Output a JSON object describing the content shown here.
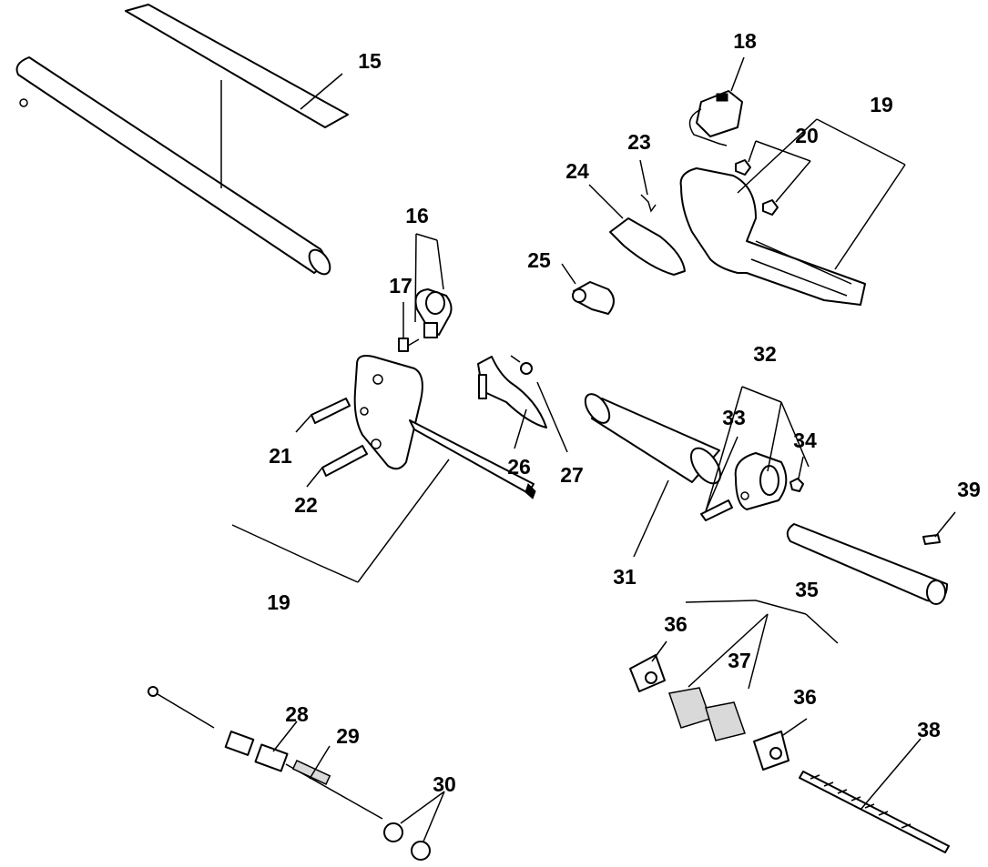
{
  "callouts": [
    "15",
    "16",
    "17",
    "18",
    "19",
    "20",
    "19",
    "21",
    "22",
    "23",
    "24",
    "25",
    "26",
    "27",
    "28",
    "29",
    "30",
    "31",
    "32",
    "33",
    "34",
    "35",
    "36",
    "36",
    "37",
    "38",
    "39"
  ],
  "colors": {
    "line": "#000000",
    "background": "#ffffff",
    "shade": "#d9d9d9"
  }
}
